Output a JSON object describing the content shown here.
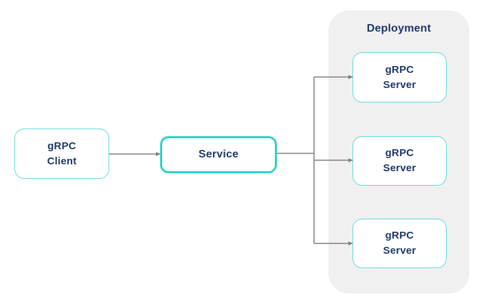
{
  "diagram": {
    "client": {
      "lines": [
        "gRPC",
        "Client"
      ]
    },
    "service": {
      "label": "Service"
    },
    "deployment": {
      "title": "Deployment",
      "servers": [
        {
          "lines": [
            "gRPC",
            "Server"
          ]
        },
        {
          "lines": [
            "gRPC",
            "Server"
          ]
        },
        {
          "lines": [
            "gRPC",
            "Server"
          ]
        }
      ]
    },
    "colors": {
      "node_border_teal": "#5adcda",
      "service_border_teal": "#2dd2c3",
      "text_navy": "#1f3769",
      "deployment_bg": "#f0f0f0",
      "connector_gray": "#7e7e7e"
    }
  }
}
